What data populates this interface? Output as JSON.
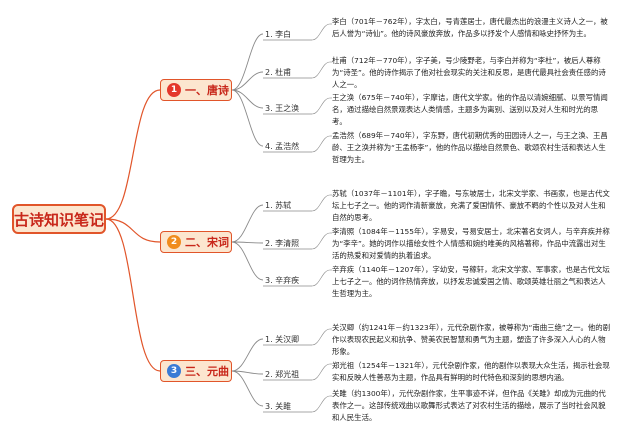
{
  "root": {
    "title": "古诗知识笔记"
  },
  "categories": [
    {
      "num": "1",
      "label": "一、唐诗",
      "num_color": "#e4372b",
      "poets": [
        {
          "label": "1. 李白",
          "desc": "李白（701年－762年），字太白，号青莲居士，唐代最杰出的浪漫主义诗人之一，被后人誉为“诗仙”。他的诗风豪放奔放，作品多以抒发个人感情和咏史抒怀为主。"
        },
        {
          "label": "2. 杜甫",
          "desc": "杜甫（712年－770年），字子美，号少陵野老，与李白并称为“李杜”，被后人尊称为“诗圣”。他的诗作揭示了他对社会现实的关注和反思，是唐代最具社会责任感的诗人之一。"
        },
        {
          "label": "3. 王之涣",
          "desc": "王之涣（675年－740年），字摩诘，唐代文学家。他的作品以清婉细腻、以景写情闻名，通过描绘自然景观表达人类情感，主题多为离别、送别以及对人生和时光的思考。"
        },
        {
          "label": "4. 孟浩然",
          "desc": "孟浩然（689年－740年），字东野，唐代初期优秀的田园诗人之一，与王之涣、王昌龄、王之涣并称为“王孟杨李”，他的作品以描绘自然景色、歌颂农村生活和表达人生哲理为主。"
        }
      ]
    },
    {
      "num": "2",
      "label": "二、宋词",
      "num_color": "#f08c1e",
      "poets": [
        {
          "label": "1. 苏轼",
          "desc": "苏轼（1037年－1101年），字子瞻，号东坡居士，北宋文学家、书画家，也是古代文坛上七子之一。他的词作清新豪放，充满了爱国情怀、豪放不羁的个性以及对人生和自然的思考。"
        },
        {
          "label": "2. 李清照",
          "desc": "李清照（1084年－1155年），字易安，号易安居士，北宋著名女词人，与辛弃疾并称为“李辛”。她的词作以描绘女性个人情感和婉约唯美的风格著称，作品中流露出对生活的热爱和对爱情的执着追求。"
        },
        {
          "label": "3. 辛弃疾",
          "desc": "辛弃疾（1140年－1207年），字幼安，号稼轩，北宋文学家、军事家，也是古代文坛上七子之一。他的词作热情奔放，以抒发忠诚爱国之情、歌颂英雄壮丽之气和表达人生哲理为主。"
        }
      ]
    },
    {
      "num": "3",
      "label": "三、元曲",
      "num_color": "#3a7bd5",
      "poets": [
        {
          "label": "1. 关汉卿",
          "desc": "关汉卿（约1241年－约1323年），元代杂剧作家，被尊称为“南曲三绝”之一。他的剧作以表现农民起义和抗争、赞美农民智慧和勇气为主题，塑造了许多深入人心的人物形象。"
        },
        {
          "label": "2. 郑光祖",
          "desc": "郑光祖（1254年－1321年），元代杂剧作家，他的剧作以表现大众生活，揭示社会现实和反映人性善恶为主题，作品具有鲜明的时代特色和深刻的思想内涵。"
        },
        {
          "label": "3. 关雎",
          "desc": "关雎（约1300年），元代杂剧作家，生平事迹不详，但作品《关雎》却成为元曲的代表作之一。这部传统戏曲以歌舞形式表达了对农村生活的描绘，展示了当时社会风貌和人民生活。"
        }
      ]
    }
  ]
}
